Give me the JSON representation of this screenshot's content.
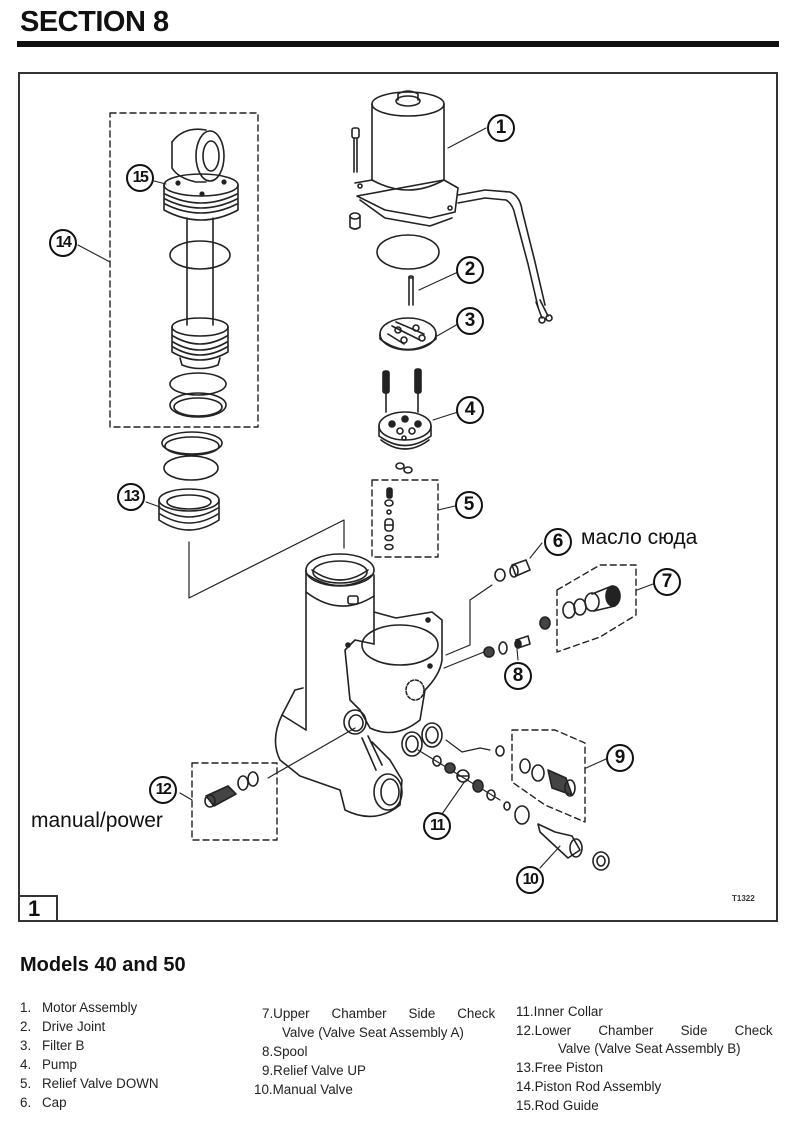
{
  "header": {
    "section_title": "SECTION 8"
  },
  "figure": {
    "number": "1",
    "code": "T1322",
    "callouts": [
      "1",
      "2",
      "3",
      "4",
      "5",
      "6",
      "7",
      "8",
      "9",
      "10",
      "11",
      "12",
      "13",
      "14",
      "15"
    ],
    "annotations": {
      "oil_here": "масло сюда",
      "manual_power": "manual/power"
    }
  },
  "legend": {
    "title": "Models 40 and 50",
    "items": [
      {
        "num": "1.",
        "label": "Motor Assembly"
      },
      {
        "num": "2.",
        "label": "Drive Joint"
      },
      {
        "num": "3.",
        "label": "Filter B"
      },
      {
        "num": "4.",
        "label": "Pump"
      },
      {
        "num": "5.",
        "label": "Relief Valve DOWN"
      },
      {
        "num": "6.",
        "label": "Cap"
      },
      {
        "num": "7.",
        "label": "Upper Chamber Side Check",
        "label2": "Valve (Valve Seat Assembly A)"
      },
      {
        "num": "8.",
        "label": "Spool"
      },
      {
        "num": "9.",
        "label": "Relief Valve UP"
      },
      {
        "num": "10.",
        "label": "Manual Valve"
      },
      {
        "num": "11.",
        "label": "Inner Collar"
      },
      {
        "num": "12.",
        "label": "Lower Chamber Side Check",
        "label2": "Valve (Valve Seat Assembly B)"
      },
      {
        "num": "13.",
        "label": "Free Piston"
      },
      {
        "num": "14.",
        "label": "Piston Rod Assembly"
      },
      {
        "num": "15.",
        "label": "Rod Guide"
      }
    ]
  }
}
